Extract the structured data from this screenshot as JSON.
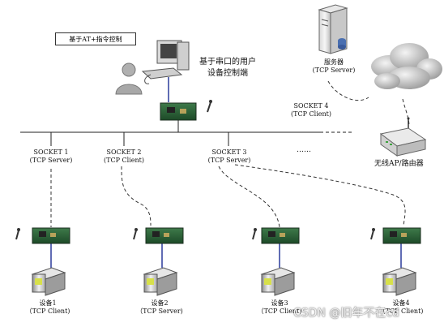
{
  "callout": {
    "text": "基于AT+指令控制"
  },
  "user_terminal": {
    "line1": "基于串口的用户",
    "line2": "设备控制端"
  },
  "server": {
    "line1": "服务器",
    "line2": "(TCP Server)"
  },
  "router": {
    "label": "无线AP/路由器"
  },
  "socket4": {
    "line1": "SOCKET 4",
    "line2": "(TCP Client)"
  },
  "sockets": [
    {
      "line1": "SOCKET 1",
      "line2": "(TCP Server)"
    },
    {
      "line1": "SOCKET 2",
      "line2": "(TCP Client)"
    },
    {
      "line1": "SOCKET 3",
      "line2": "(TCP Server)"
    }
  ],
  "ellipsis": "……",
  "devices": [
    {
      "line1": "设备1",
      "line2": "（TCP Client)"
    },
    {
      "line1": "设备2",
      "line2": "（TCP Server)"
    },
    {
      "line1": "设备3",
      "line2": "（TCP Client)"
    },
    {
      "line1": "设备4",
      "line2": "（TCP Client)"
    }
  ],
  "watermark": "CSDN @旧年不在cd"
}
